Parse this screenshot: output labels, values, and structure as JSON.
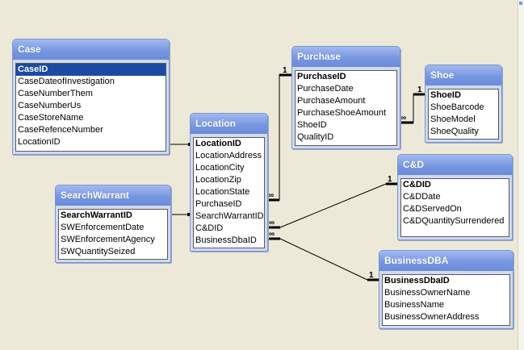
{
  "tables": {
    "case": {
      "title": "Case",
      "fields": [
        "CaseID",
        "CaseDateofInvestigation",
        "CaseNumberThem",
        "CaseNumberUs",
        "CaseStoreName",
        "CaseRefenceNumber",
        "LocationID"
      ]
    },
    "purchase": {
      "title": "Purchase",
      "fields": [
        "PurchaseID",
        "PurchaseDate",
        "PurchaseAmount",
        "PurchaseShoeAmount",
        "ShoeID",
        "QualityID"
      ]
    },
    "shoe": {
      "title": "Shoe",
      "fields": [
        "ShoeID",
        "ShoeBarcode",
        "ShoeModel",
        "ShoeQuality"
      ]
    },
    "location": {
      "title": "Location",
      "fields": [
        "LocationID",
        "LocationAddress",
        "LocationCity",
        "LocationZip",
        "LocationState",
        "PurchaseID",
        "SearchWarrantID",
        "C&DID",
        "BusinessDbaID"
      ]
    },
    "cd": {
      "title": "C&D",
      "fields": [
        "C&DID",
        "C&DDate",
        "C&DServedOn",
        "C&DQuantitySurrendered"
      ]
    },
    "searchwarrant": {
      "title": "SearchWarrant",
      "fields": [
        "SearchWarrantID",
        "SWEnforcementDate",
        "SWEnforcementAgency",
        "SWQuantitySeized"
      ]
    },
    "businessdba": {
      "title": "BusinessDBA",
      "fields": [
        "BusinessDbaID",
        "BusinessOwnerName",
        "BusinessName",
        "BusinessOwnerAddress"
      ]
    }
  },
  "relationships": {
    "one": "1",
    "many": "∞"
  }
}
